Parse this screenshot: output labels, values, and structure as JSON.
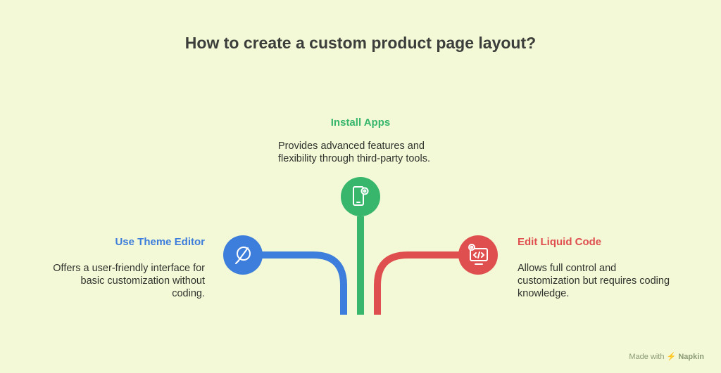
{
  "title": "How to create a custom product page layout?",
  "branches": {
    "left": {
      "label": "Use Theme Editor",
      "line1": "Offers a user-friendly interface for",
      "line2": "basic customization without",
      "line3": "coding.",
      "color": "#3d7ddb",
      "icon": "brush-icon"
    },
    "center": {
      "label": "Install Apps",
      "line1": "Provides advanced features and",
      "line2": "flexibility through third-party tools.",
      "color": "#37b66c",
      "icon": "mobile-settings-icon"
    },
    "right": {
      "label": "Edit Liquid Code",
      "line1": "Allows full control and",
      "line2": "customization but requires coding",
      "line3": "knowledge.",
      "color": "#df4f4f",
      "icon": "code-monitor-icon"
    }
  },
  "watermark": {
    "prefix": "Made with",
    "brand": "Napkin"
  }
}
